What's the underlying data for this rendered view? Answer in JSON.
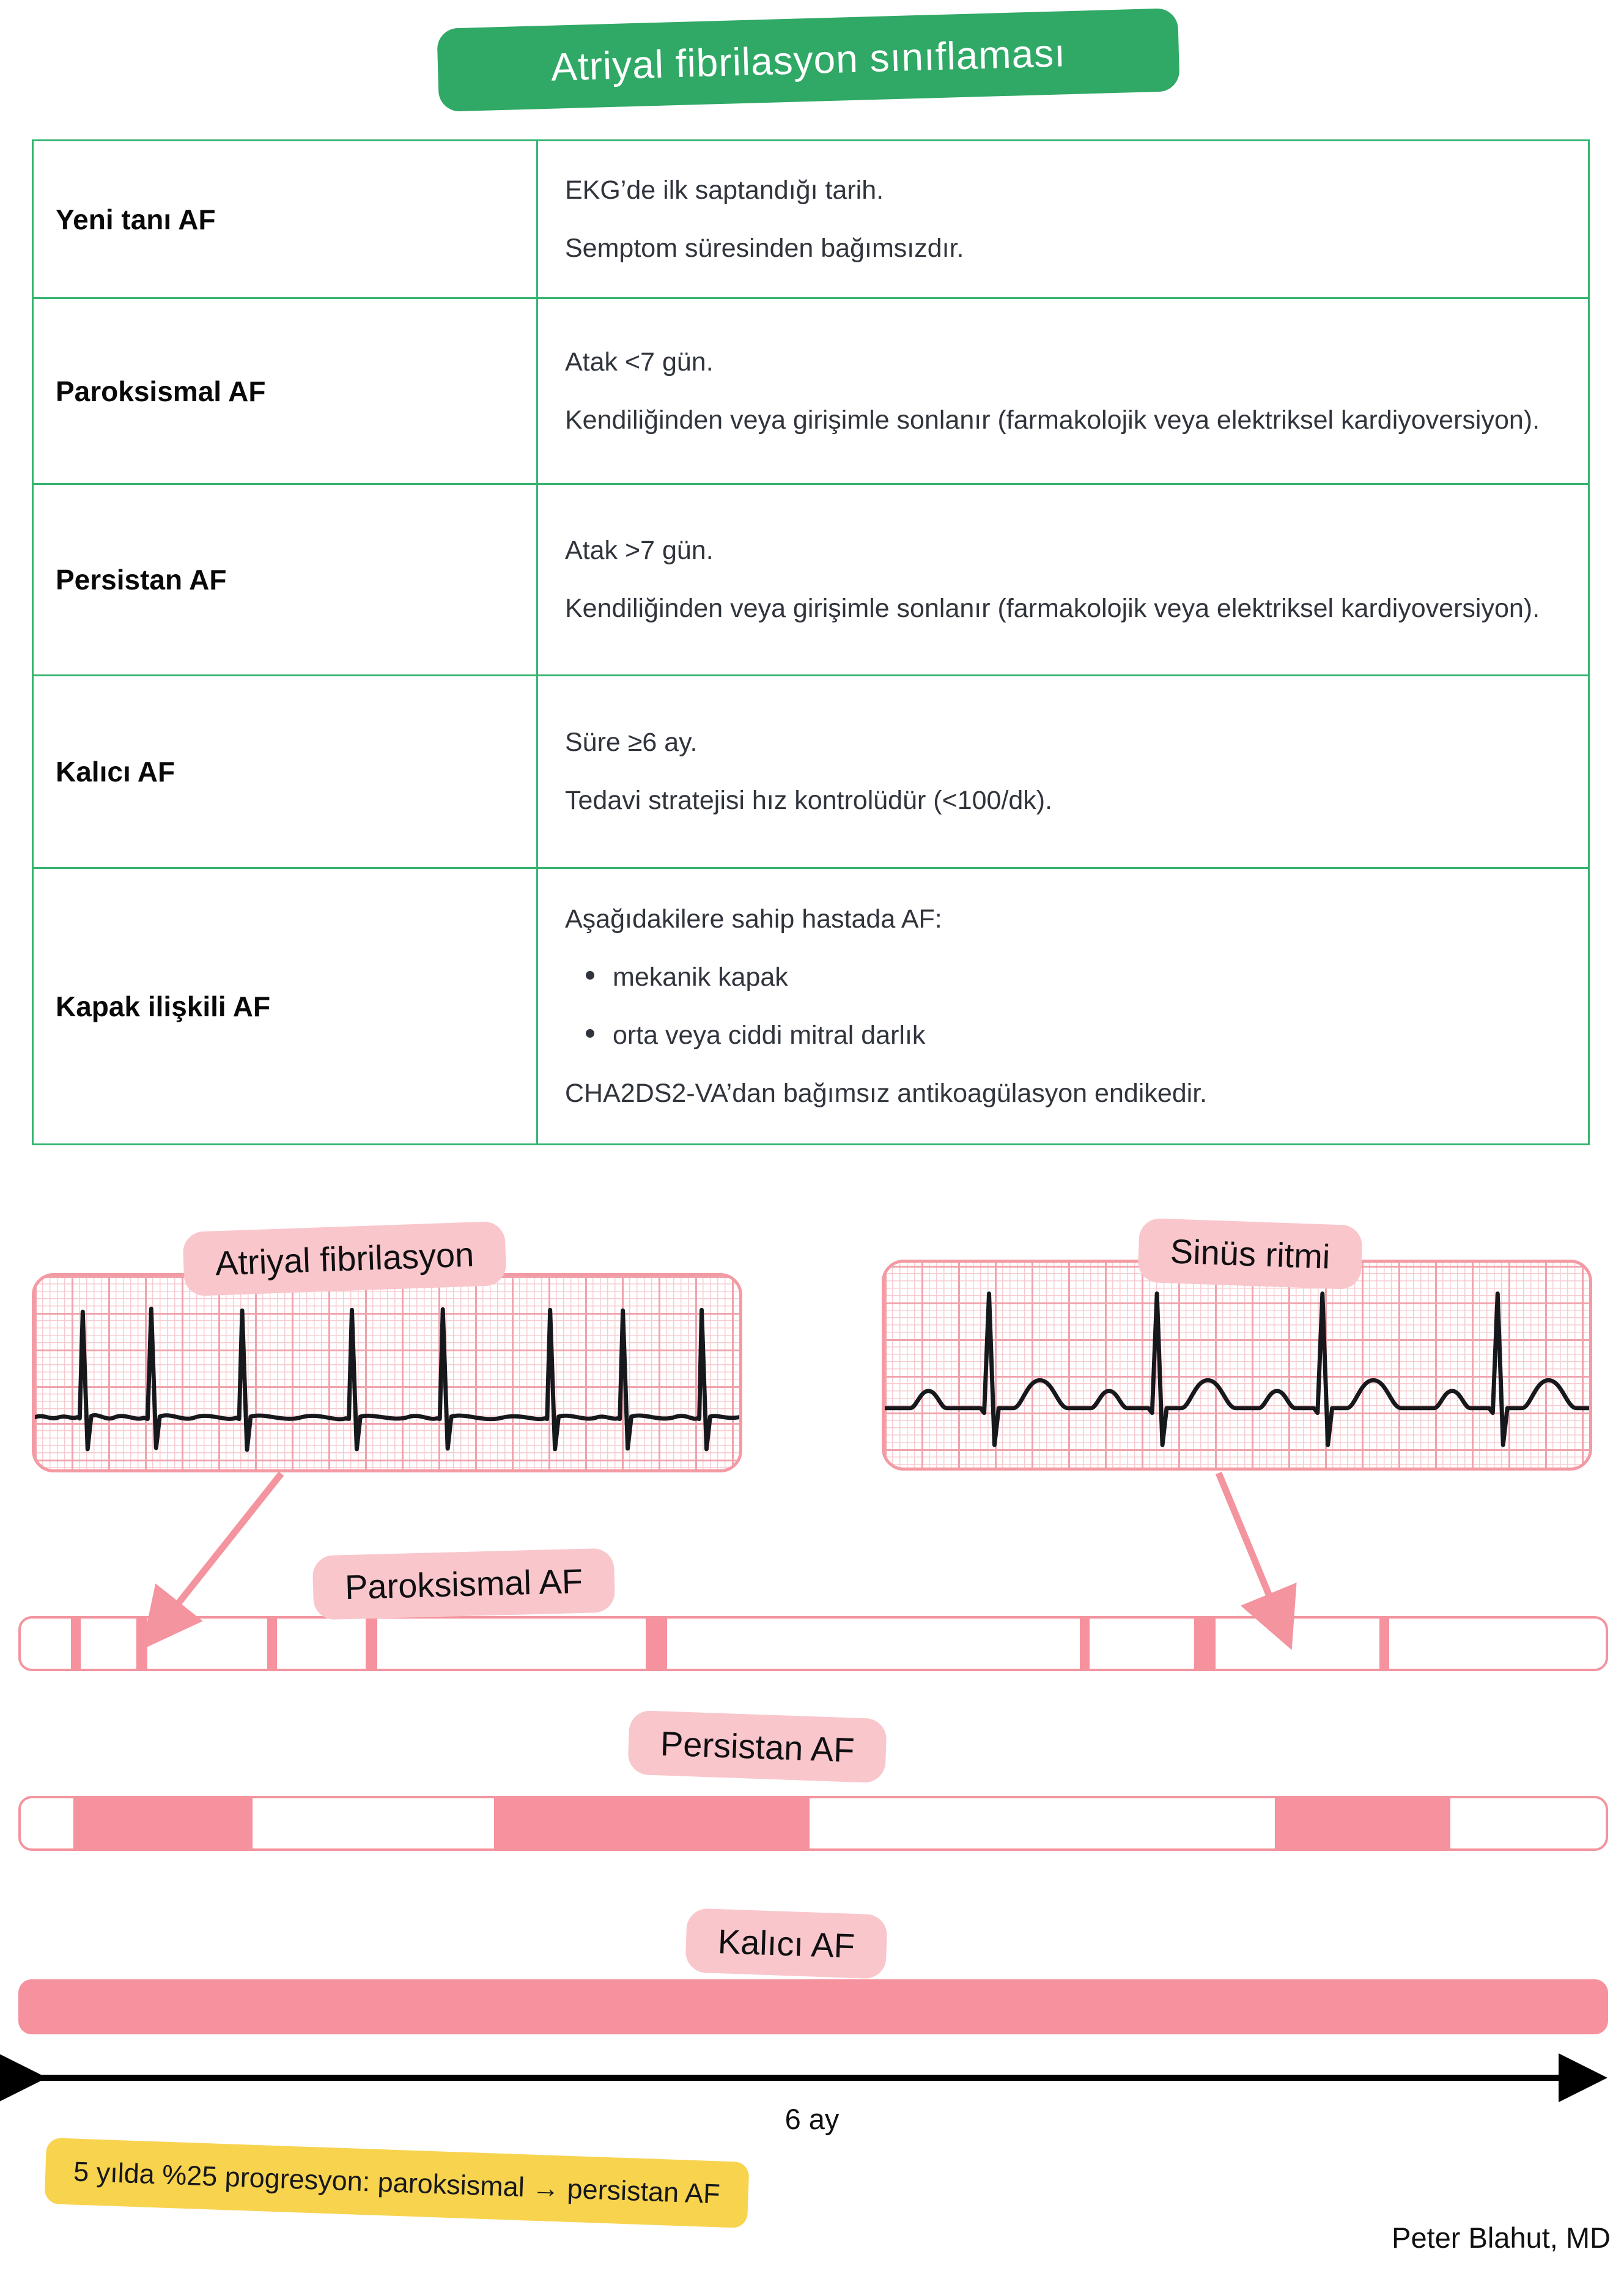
{
  "title": "Atriyal fibrilasyon sınıflaması",
  "colors": {
    "banner_green": "#2fa965",
    "table_border_green": "#35b570",
    "pink_label_bg": "#f9c6cc",
    "pink_bar_fill": "#f5929d",
    "pink_bar_border": "#f3949e",
    "note_yellow": "#f8d34e",
    "text_dark": "#30343c"
  },
  "table": {
    "rows": [
      {
        "label": "Yeni tanı AF",
        "lines": [
          "EKG’de ilk saptandığı tarih.",
          "Semptom süresinden bağımsızdır."
        ]
      },
      {
        "label": "Paroksismal AF",
        "lines": [
          "Atak <7 gün.",
          "Kendiliğinden veya girişimle sonlanır (farmakolojik veya elektriksel kardiyoversiyon)."
        ]
      },
      {
        "label": "Persistan AF",
        "lines": [
          "Atak >7 gün.",
          "Kendiliğinden veya girişimle sonlanır (farmakolojik veya elektriksel kardiyoversiyon)."
        ]
      },
      {
        "label": "Kalıcı AF",
        "lines": [
          "Süre ≥6 ay.",
          "Tedavi stratejisi hız kontrolüdür (<100/dk)."
        ]
      },
      {
        "label": "Kapak ilişkili AF",
        "intro": "Aşağıdakilere sahip hastada AF:",
        "bullets": [
          "mekanik kapak",
          "orta veya ciddi mitral darlık"
        ],
        "outro": "CHA2DS2-VA’dan bağımsız antikoagülasyon endikedir."
      }
    ]
  },
  "ecg": {
    "af_label": "Atriyal fibrilasyon",
    "sinus_label": "Sinüs ritmi"
  },
  "timeline": {
    "paroksismal_label": "Paroksismal AF",
    "persistan_label": "Persistan AF",
    "kalici_label": "Kalıcı AF",
    "axis_label": "6 ay"
  },
  "note": "5 yılda %25 progresyon: paroksismal → persistan AF",
  "attribution": "Peter Blahut, MD"
}
